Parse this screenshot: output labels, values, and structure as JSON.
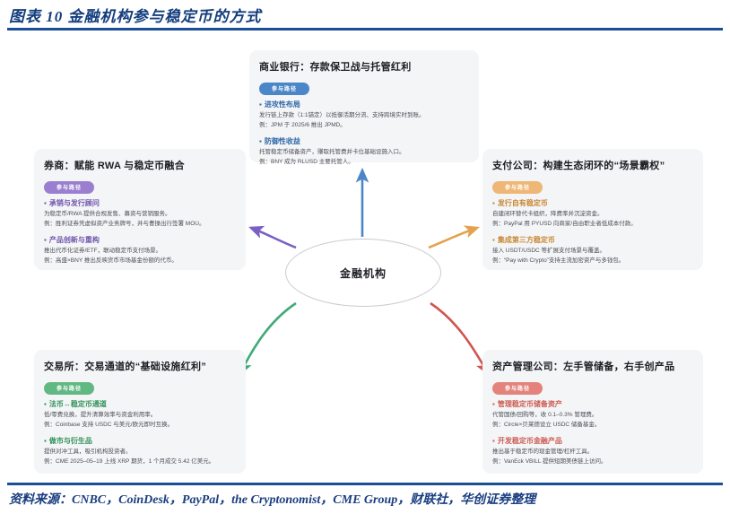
{
  "header": {
    "title": "图表 10   金融机构参与稳定币的方式",
    "rule_color": "#1a4e96"
  },
  "footer": {
    "source": "资料来源：CNBC，CoinDesk，PayPal，the Cryptonomist，CME Group，财联社，华创证券整理"
  },
  "center": {
    "label": "金融机构"
  },
  "badge_label": "参与路径",
  "arrows": [
    {
      "name": "arrow-to-commercial-bank",
      "color": "#4a86c8",
      "direction": "up"
    },
    {
      "name": "arrow-to-broker",
      "color": "#7a5fc4",
      "direction": "upper-left"
    },
    {
      "name": "arrow-to-payment-company",
      "color": "#e5a councils",
      "direction": "upper-right"
    },
    {
      "name": "arrow-to-exchange",
      "color": "#3faa77",
      "direction": "lower-left"
    },
    {
      "name": "arrow-to-asset-management",
      "color": "#cf5650",
      "direction": "lower-right"
    }
  ],
  "cards": {
    "bank": {
      "title": "商业银行：存款保卫战与托管红利",
      "accent": "#4a86c8",
      "sections": [
        {
          "head": "进攻性布局",
          "line1": "发行链上存款（1:1锚定）以抵御活期分流、支持跨境实时到账。",
          "line2": "例：JPM 于 2025/6 推出 JPMD。"
        },
        {
          "head": "防御性收益",
          "line1": "托管稳定币储备资产，赚取托管费并卡位基础设施入口。",
          "line2": "例：BNY 成为 RLUSD 主要托管人。"
        }
      ]
    },
    "broker": {
      "title": "券商：赋能 RWA 与稳定币融合",
      "accent": "#9a7fd0",
      "sections": [
        {
          "head": "承销与发行顾问",
          "line1": "为稳定币/RWA 提供合规发售、募资与营销服务。",
          "line2": "例：胜利证券凭虚拟资产业务牌号，并与曹操出行签署 MOU。"
        },
        {
          "head": "产品创新与重构",
          "line1": "推出代币化证券/ETF，联动稳定币支付场景。",
          "line2": "例：高盛×BNY 推出反映货币市场基金份额的代币。"
        }
      ]
    },
    "payment": {
      "title": "支付公司：构建生态闭环的“场景霸权”",
      "accent": "#efb775",
      "sections": [
        {
          "head": "发行自有稳定币",
          "line1": "自建闭环替代卡组织，降费率并沉淀资金。",
          "line2": "例：PayPal 用 PYUSD 向商家/自由职业者低成本付款。"
        },
        {
          "head": "集成第三方稳定币",
          "line1": "接入 USDT/USDC 等扩展支付场景与覆盖。",
          "line2": "例：“Pay with Crypto”支持主流加密资产与多钱包。"
        }
      ]
    },
    "exchange": {
      "title": "交易所：交易通道的“基础设施红利”",
      "accent": "#62b882",
      "sections": [
        {
          "head": "法币↔稳定币通道",
          "line1": "低/零费兑换，提升清算效率与资金利用率。",
          "line2": "例：Coinbase 支持 USDC 与美元/欧元即时互换。"
        },
        {
          "head": "做市与衍生品",
          "line1": "提供对冲工具，吸引机构投资者。",
          "line2": "例：CME 2025–05–19 上线 XRP 期货，1 个月成交 5.42 亿美元。"
        }
      ]
    },
    "asset": {
      "title": "资产管理公司：左手管储备，右手创产品",
      "accent": "#e4837c",
      "sections": [
        {
          "head": "管理稳定币储备资产",
          "line1": "代管国债/回购等，收 0.1–0.3% 管理费。",
          "line2": "例：Circle×贝莱德设立 USDC 储备基金。"
        },
        {
          "head": "开发稳定币金融产品",
          "line1": "推出基于稳定币的现金管理/杠杆工具。",
          "line2": "例：VanEck VBILL 提供短期美债链上访问。"
        }
      ]
    }
  }
}
